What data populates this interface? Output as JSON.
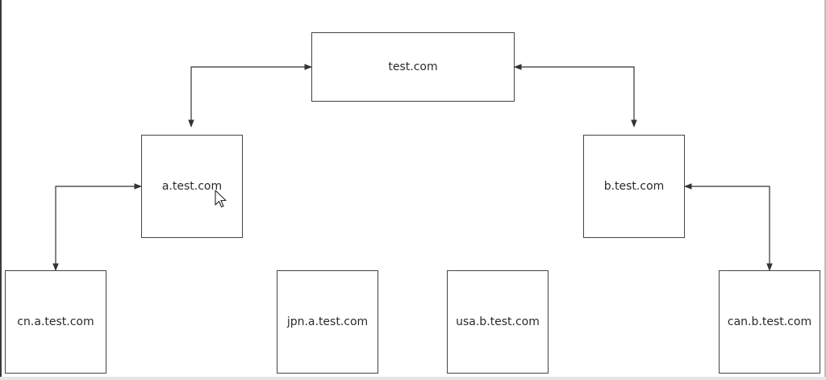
{
  "diagram": {
    "nodes": {
      "root": {
        "label": "test.com"
      },
      "a": {
        "label": "a.test.com"
      },
      "b": {
        "label": "b.test.com"
      },
      "cn_a": {
        "label": "cn.a.test.com"
      },
      "jpn_a": {
        "label": "jpn.a.test.com"
      },
      "usa_b": {
        "label": "usa.b.test.com"
      },
      "can_b": {
        "label": "can.b.test.com"
      }
    },
    "edges": [
      {
        "from": "root",
        "to": "a",
        "style": "bidirectional"
      },
      {
        "from": "root",
        "to": "b",
        "style": "bidirectional"
      },
      {
        "from": "a",
        "to": "cn_a",
        "style": "bidirectional"
      },
      {
        "from": "b",
        "to": "can_b",
        "style": "bidirectional"
      }
    ]
  },
  "colors": {
    "border": "#444444",
    "text": "#2a2a2a",
    "edge": "#333333",
    "background": "#ffffff"
  },
  "icons": {
    "cursor": "mouse-pointer-icon"
  }
}
